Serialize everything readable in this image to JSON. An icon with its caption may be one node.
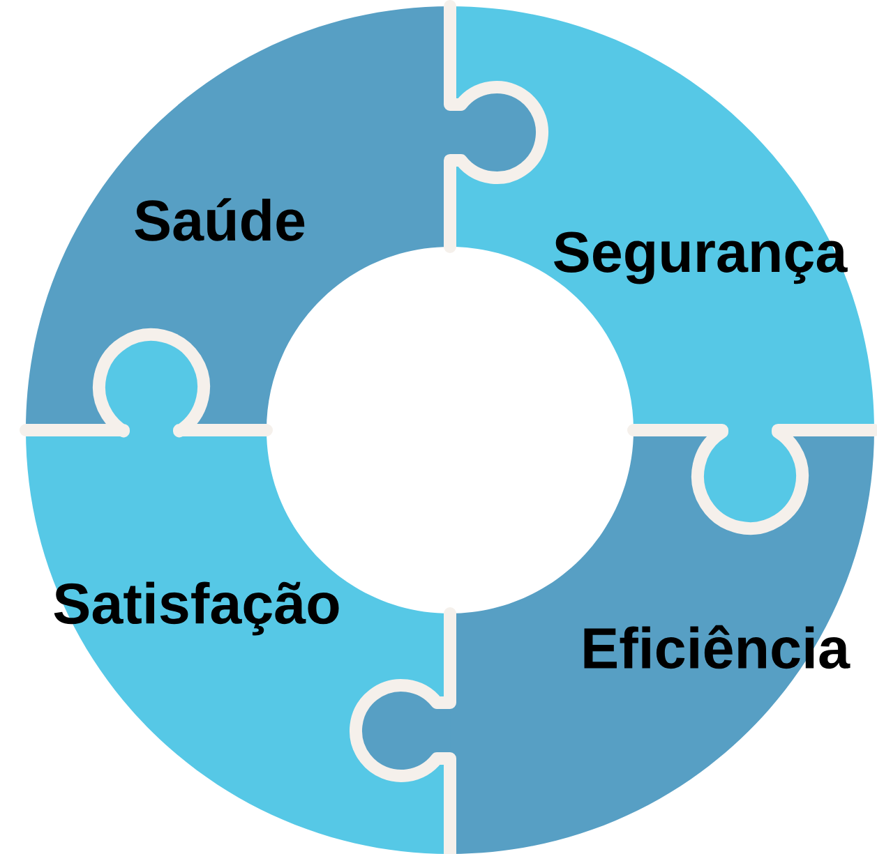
{
  "diagram": {
    "nodes": [
      {
        "text": [
          "Saúde"
        ]
      },
      {
        "text": [
          "Segurança"
        ]
      },
      {
        "text": [
          "Satisfação"
        ]
      },
      {
        "text": [
          "Eficiência"
        ]
      }
    ]
  }
}
